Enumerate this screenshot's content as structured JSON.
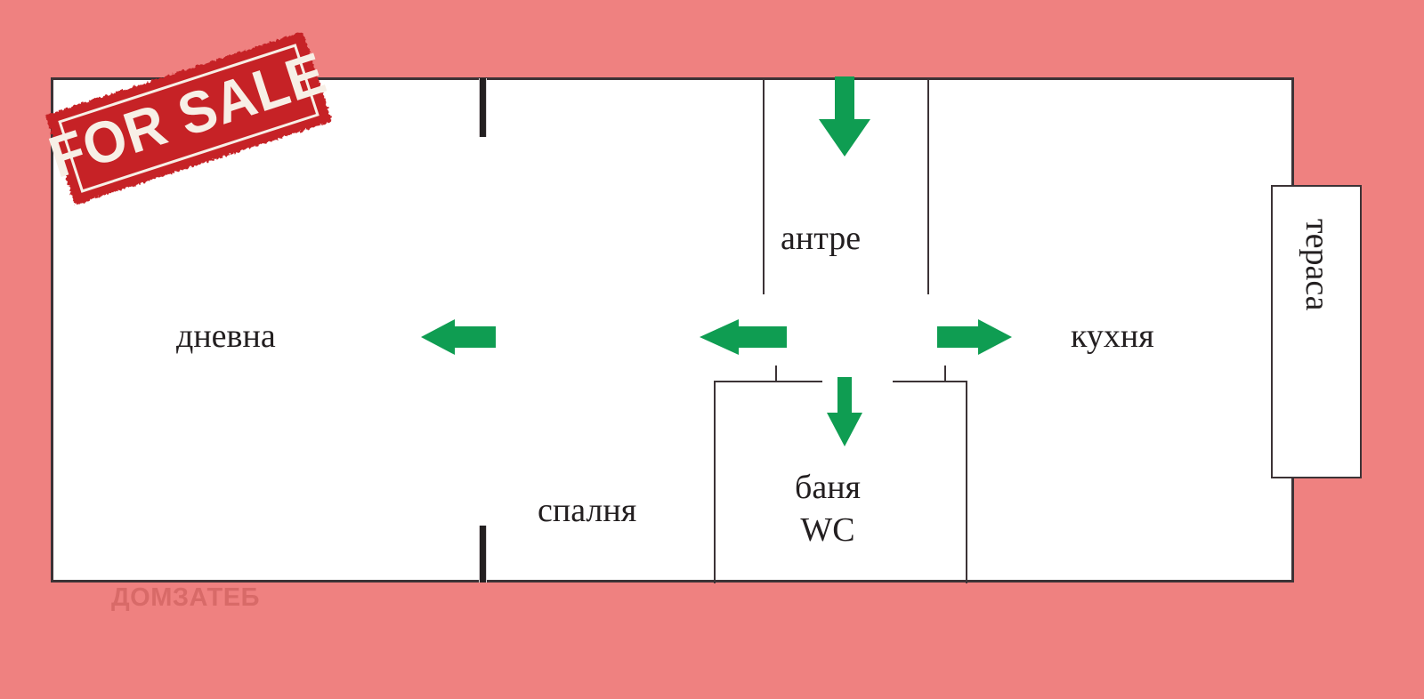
{
  "page": {
    "title": "Floor plan listing",
    "background_color": "#ef8180",
    "wall_color": "#3c3336",
    "arrow_color": "#0f9d52",
    "stamp_color": "#c62127",
    "watermark_color": "#d86a68"
  },
  "stamp": {
    "label": "FOR SALE",
    "rotation_degrees": -18
  },
  "watermark": {
    "label": "ДОМЗАТЕБ"
  },
  "rooms": [
    {
      "key": "living",
      "label": "дневна"
    },
    {
      "key": "bedroom",
      "label": "спалня"
    },
    {
      "key": "hall",
      "label": "антре"
    },
    {
      "key": "kitchen",
      "label": "кухня"
    },
    {
      "key": "bathroom",
      "label_line1": "баня",
      "label_line2": "WC"
    },
    {
      "key": "terrace",
      "label": "тераса"
    }
  ],
  "arrows": [
    {
      "key": "entry",
      "direction": "down",
      "meaning": "entrance into антре"
    },
    {
      "key": "living",
      "direction": "left",
      "meaning": "into дневна"
    },
    {
      "key": "hall",
      "direction": "left",
      "meaning": "антре to дневна"
    },
    {
      "key": "kitchen",
      "direction": "right",
      "meaning": "антре to кухня"
    },
    {
      "key": "bath",
      "direction": "down",
      "meaning": "into баня WC"
    }
  ]
}
